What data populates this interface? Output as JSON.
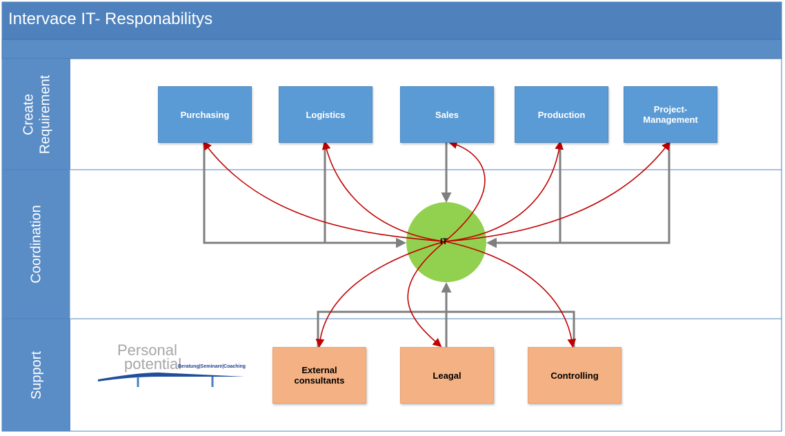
{
  "title": "Intervace  IT- Responabilitys",
  "lanes": [
    {
      "label": "Create\nRequirement"
    },
    {
      "label": "Coordination"
    },
    {
      "label": "Support"
    }
  ],
  "requirement_boxes": [
    "Purchasing",
    "Logistics",
    "Sales",
    "Production",
    "Project-\nManagement"
  ],
  "support_boxes": [
    "External\nconsultants",
    "Leagal",
    "Controlling"
  ],
  "center": {
    "label": "IT"
  },
  "logo": {
    "line1": "Personal",
    "line2": "potential",
    "tagline": "Beratung|Seminare|Coaching"
  },
  "colors": {
    "header": "#4f81bd",
    "lane": "#5b8fc7",
    "blue_box": "#5b9bd5",
    "orange_box": "#f4b183",
    "circle": "#92d050",
    "arrow_red": "#c00000",
    "arrow_gray": "#7f7f7f"
  }
}
